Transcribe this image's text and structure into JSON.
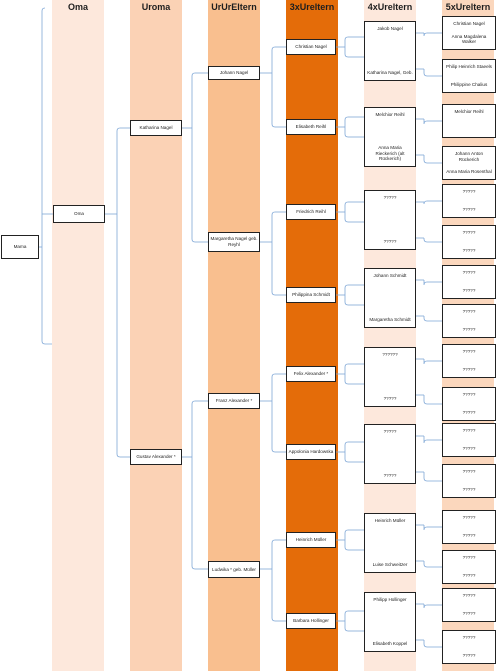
{
  "columns": [
    "Oma",
    "Uroma",
    "UrUrEltern",
    "3xUreltern",
    "4xUreltern",
    "5xUreltern"
  ],
  "colors": {
    "col1": "#fde8dc",
    "col2": "#fbd2b5",
    "col3": "#f9bf8f",
    "col4": "#e46c09",
    "col5": "#fde8dc",
    "col6": "#fbd7bd",
    "line": "#7fa7d6"
  },
  "root": "Mama",
  "oma": "Oma",
  "uroma": [
    "Katharina Nagel",
    "Gustav Alexander *"
  ],
  "ururEltern": [
    "Johann Nagel",
    "Margaretha Nagel geb. Reyhl",
    "Franz Alexander *",
    "Ludwika *  geb. Müller"
  ],
  "x3": [
    "Christian Nagel",
    "Elisabeth Reihl",
    "Friedrich Reihl",
    "Philippina Schmidt",
    "Felix Alexander *",
    "Appolonia Hardowska",
    "Heinrich Müller",
    "Barbara Hollinger"
  ],
  "x4": [
    [
      "Jakob Nagel",
      "Katharina Nagel, Geb."
    ],
    [
      "Melchior Reihl",
      "Anna Maria Rieckerich (alt Rückerich)"
    ],
    [
      "?????",
      "?????"
    ],
    [
      "Johann Schmidt",
      "Margaretha Schmidt"
    ],
    [
      "??????",
      "?????"
    ],
    [
      "?????",
      "?????"
    ],
    [
      "Heinrich Müller",
      "Luise Schweitzer"
    ],
    [
      "Philipp Hollinger",
      "Elisabeth Koppel"
    ]
  ],
  "x5": [
    [
      "Christian Nagel",
      "Anna Magdalena Walker"
    ],
    [
      "Philip Heinrich Staeels",
      "Philippine Chalius"
    ],
    [
      "Melchior Reihl",
      ""
    ],
    [
      "Johann Anton Rückerich",
      "Anna Maria Rosenthal"
    ],
    [
      "?????",
      "?????"
    ],
    [
      "?????",
      "?????"
    ],
    [
      "?????",
      "?????"
    ],
    [
      "?????",
      "?????"
    ],
    [
      "?????",
      "?????"
    ],
    [
      "?????",
      "?????"
    ],
    [
      "?????",
      "?????"
    ],
    [
      "?????",
      "?????"
    ],
    [
      "?????",
      "?????"
    ],
    [
      "?????",
      "?????"
    ],
    [
      "?????",
      "?????"
    ],
    [
      "?????",
      "?????"
    ]
  ]
}
